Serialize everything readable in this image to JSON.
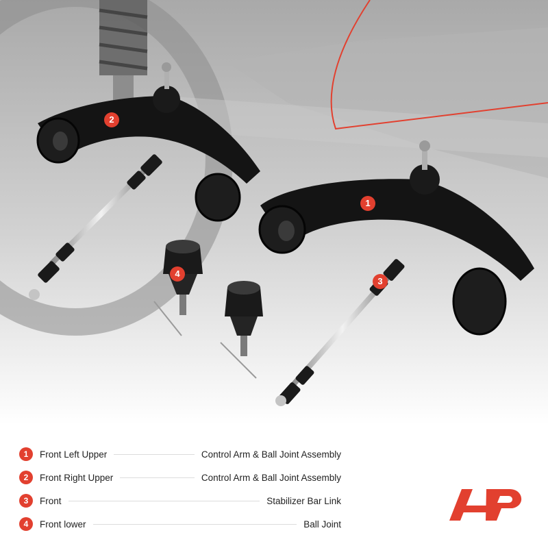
{
  "colors": {
    "accent": "#e2402f",
    "text": "#222222",
    "arm": "#141414",
    "background": "#bdbdbd"
  },
  "badges": [
    {
      "number": "1"
    },
    {
      "number": "2"
    },
    {
      "number": "3"
    },
    {
      "number": "4"
    }
  ],
  "legend": [
    {
      "number": "1",
      "left": "Front Left Upper",
      "right": "Control Arm & Ball Joint Assembly"
    },
    {
      "number": "2",
      "left": "Front Right Upper",
      "right": "Control Arm & Ball Joint Assembly"
    },
    {
      "number": "3",
      "left": "Front",
      "right": "Stabilizer Bar Link"
    },
    {
      "number": "4",
      "left": "Front lower",
      "right": "Ball Joint"
    }
  ],
  "logo": {
    "icon": "a-premium-logo-icon"
  }
}
